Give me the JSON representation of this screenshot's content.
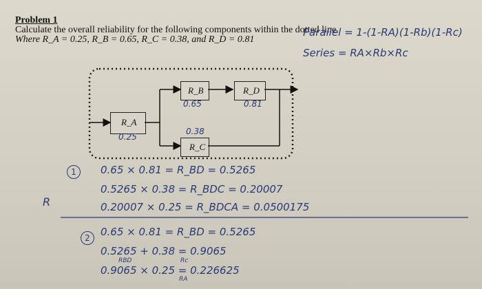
{
  "problem": {
    "title": "Problem 1",
    "line1": "Calculate the overall reliability for the following components within the dotted line.",
    "line2": "Where R_A = 0.25, R_B = 0.65, R_C = 0.38, and R_D = 0.81"
  },
  "notes": {
    "parallel": "Parallel = 1-(1-RA)(1-Rb)(1-Rc)",
    "series": "Series = RA×Rb×Rc"
  },
  "diagram": {
    "boxes": [
      {
        "label": "R_A",
        "value": "0.25"
      },
      {
        "label": "R_B",
        "value": "0.65"
      },
      {
        "label": "R_D",
        "value": "0.81"
      },
      {
        "label": "R_C",
        "value": "0.38"
      }
    ]
  },
  "work1": {
    "marker": "1",
    "lines": [
      "0.65 × 0.81 = R_BD = 0.5265",
      "0.5265 × 0.38 = R_BDC = 0.20007",
      "0.20007 × 0.25 = R_BDCA = 0.0500175"
    ],
    "side": "R"
  },
  "work2": {
    "marker": "2",
    "lines": [
      "0.65 × 0.81 = R_BD = 0.5265",
      "0.5265 + 0.38 = 0.9065",
      "0.9065 × 0.25 = 0.226625"
    ],
    "subs": {
      "rbd": "RBD",
      "rc": "Rc",
      "ra": "RA"
    }
  },
  "colors": {
    "ink": "#2a3a78",
    "print": "#121212",
    "paper": "#d6d2c6"
  }
}
